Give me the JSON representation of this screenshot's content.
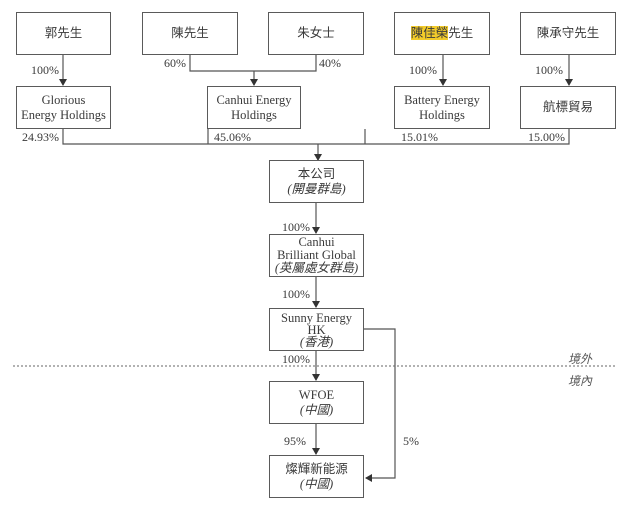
{
  "diagram": {
    "shareholders": [
      {
        "id": "guo",
        "label": "郭先生"
      },
      {
        "id": "chen",
        "label": "陳先生"
      },
      {
        "id": "zhu",
        "label": "朱女士"
      },
      {
        "id": "chenjiarong",
        "label_highlight": "陳佳榮",
        "label_rest": "先生",
        "highlight_color": "#f2cb2a"
      },
      {
        "id": "chenchengshou",
        "label": "陳承守先生"
      }
    ],
    "holdings": [
      {
        "id": "glorious",
        "line1": "Glorious",
        "line2": "Energy Holdings"
      },
      {
        "id": "canhui_energy",
        "line1": "Canhui Energy",
        "line2": "Holdings"
      },
      {
        "id": "battery",
        "line1": "Battery Energy",
        "line2": "Holdings"
      },
      {
        "id": "hangbiao",
        "line1": "航標貿易"
      }
    ],
    "upper_pcts": {
      "guo_to_glorious": "100%",
      "chen_to_canhui": "60%",
      "zhu_to_canhui": "40%",
      "chenjiarong_to_battery": "100%",
      "chenchengshou_to_hangbiao": "100%"
    },
    "company_pcts": {
      "glorious": "24.93%",
      "canhui_energy": "45.06%",
      "battery": "15.01%",
      "hangbiao": "15.00%"
    },
    "company": {
      "line1": "本公司",
      "line2": "(開曼群島)"
    },
    "canhui_brilliant": {
      "line1": "Canhui",
      "line2": "Brilliant Global",
      "line3": "(英屬處女群島)"
    },
    "sunny": {
      "line1": "Sunny Energy",
      "line2": "HK",
      "line3": "(香港)"
    },
    "wfoe": {
      "line1": "WFOE",
      "line2": "(中國)"
    },
    "canhui_new_energy": {
      "line1": "燦輝新能源",
      "line2": "(中國)"
    },
    "chain_pcts": {
      "company_to_brilliant": "100%",
      "brilliant_to_sunny": "100%",
      "sunny_to_wfoe": "100%",
      "wfoe_to_newenergy": "95%",
      "sunny_to_newenergy": "5%"
    },
    "regions": {
      "offshore": "境外",
      "onshore": "境內"
    }
  }
}
